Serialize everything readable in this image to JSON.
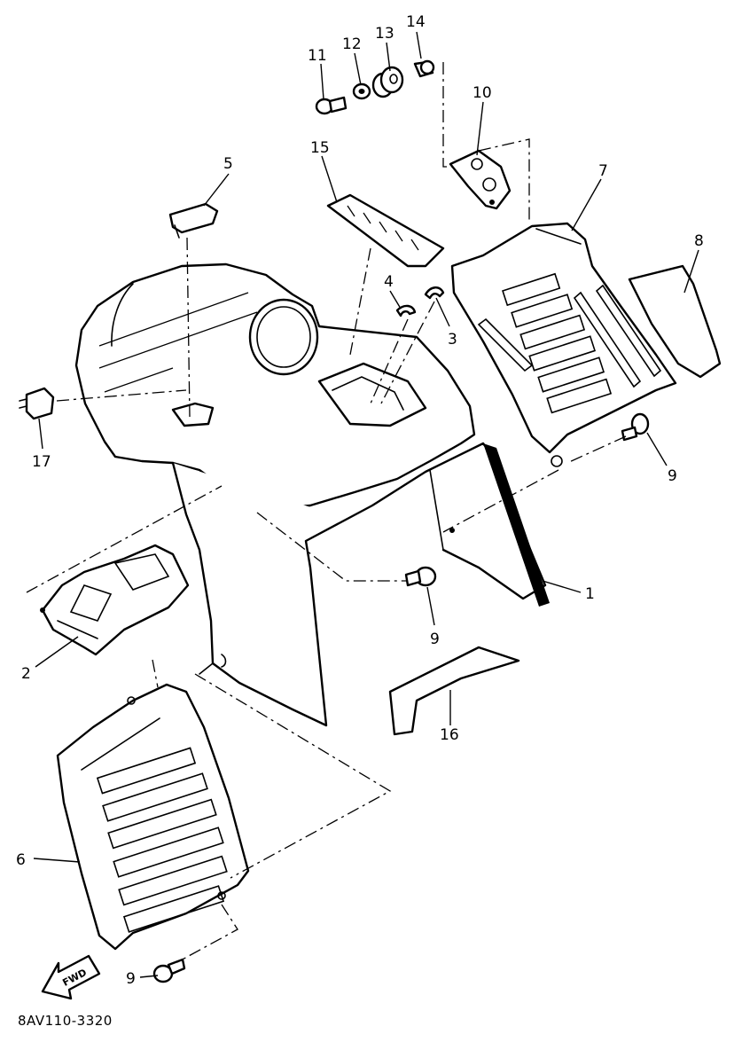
{
  "diagram": {
    "code": "8AV110-3320",
    "direction_label": "FWD",
    "callouts": {
      "p1": "1",
      "p2": "2",
      "p3": "3",
      "p4": "4",
      "p5": "5",
      "p6": "6",
      "p7": "7",
      "p8": "8",
      "p9a": "9",
      "p9b": "9",
      "p9c": "9",
      "p10": "10",
      "p11": "11",
      "p12": "12",
      "p13": "13",
      "p14": "14",
      "p15": "15",
      "p16": "16",
      "p17": "17"
    }
  },
  "colors": {
    "line": "#000000",
    "background": "#ffffff"
  }
}
